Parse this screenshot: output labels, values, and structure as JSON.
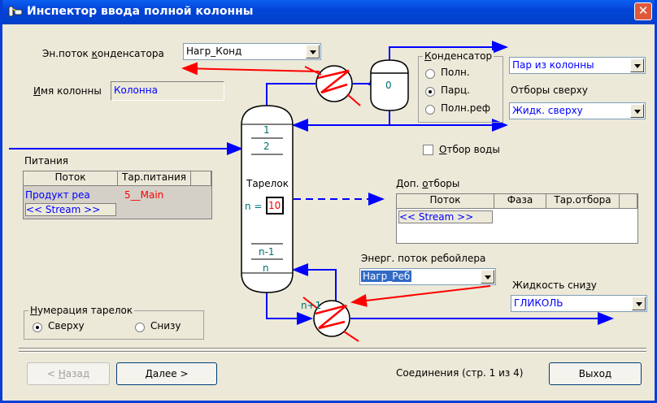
{
  "window": {
    "title": "Инспектор ввода полной колонны",
    "close": "✕"
  },
  "condenser_energy": {
    "label_pre": "Эн.поток ",
    "label_u": "к",
    "label_post": "онденсатора",
    "value": "Нагр_Конд"
  },
  "column_name": {
    "label_u": "И",
    "label_post": "мя колонны",
    "value": "Колонна"
  },
  "condenser": {
    "title_u": "К",
    "title_post": "онденсатор",
    "options": [
      "Полн.",
      "Парц.",
      "Полн.реф"
    ],
    "selected": 1,
    "vessel_label": "0"
  },
  "overhead_vapor": {
    "value": "Пар из колонны"
  },
  "overhead_draws": {
    "label": "Отборы сверху",
    "value": "Жидк. сверху"
  },
  "water_draw": {
    "label_u": "О",
    "label_post": "тбор воды",
    "checked": false
  },
  "feeds": {
    "label": "Питания",
    "columns": [
      "Поток",
      "Тар.питания"
    ],
    "rows": [
      {
        "stream": "Продукт реа",
        "tray": "5__Main"
      },
      {
        "stream": "<< Stream >>",
        "tray": ""
      }
    ]
  },
  "column": {
    "trays_top": [
      "1",
      "2"
    ],
    "trays_label": "Тарелок",
    "n_label": "n =",
    "n_value": "10",
    "trays_bottom": [
      "n-1",
      "n"
    ],
    "below": "n+1"
  },
  "side_draws": {
    "label_pre": "Доп. ",
    "label_u": "о",
    "label_post": "тборы",
    "columns": [
      "Поток",
      "Фаза",
      "Тар.отбора"
    ],
    "rows": [
      {
        "stream": "<< Stream >>",
        "phase": "",
        "tray": ""
      }
    ]
  },
  "reboiler_energy": {
    "label": "Энерг. поток ребойлера",
    "value": "Нагр_Реб"
  },
  "bottoms": {
    "label_pre": "Жидкость сни",
    "label_u": "з",
    "label_post": "у",
    "value": "ГЛИКОЛЬ"
  },
  "numbering": {
    "label_u": "Н",
    "label_post": "умерация тарелок",
    "options": [
      "Сверху",
      "Снизу"
    ],
    "selected": 0
  },
  "footer": {
    "back_pre": "< ",
    "back_u": "Н",
    "back_post": "азад",
    "next_u": "Д",
    "next_post": "алее >",
    "page_status": "Соединения (стр. 1 из 4)",
    "exit": "Выход"
  },
  "colors": {
    "stream_blue": "#0000FF",
    "stream_red": "#FF0000",
    "vessel_teal": "#007070"
  }
}
